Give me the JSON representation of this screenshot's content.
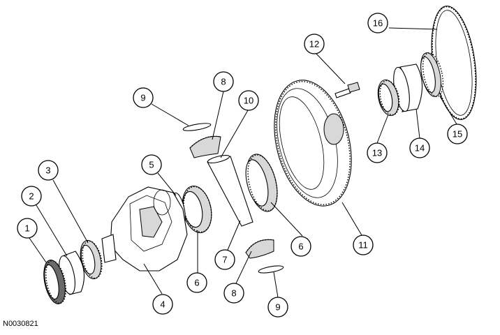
{
  "figure_code": "N0030821",
  "callouts": [
    {
      "id": "callout-1",
      "label": "1"
    },
    {
      "id": "callout-2",
      "label": "2"
    },
    {
      "id": "callout-3",
      "label": "3"
    },
    {
      "id": "callout-4",
      "label": "4"
    },
    {
      "id": "callout-5",
      "label": "5"
    },
    {
      "id": "callout-6a",
      "label": "6"
    },
    {
      "id": "callout-6b",
      "label": "6"
    },
    {
      "id": "callout-7",
      "label": "7"
    },
    {
      "id": "callout-8a",
      "label": "8"
    },
    {
      "id": "callout-8b",
      "label": "8"
    },
    {
      "id": "callout-9a",
      "label": "9"
    },
    {
      "id": "callout-9b",
      "label": "9"
    },
    {
      "id": "callout-10",
      "label": "10"
    },
    {
      "id": "callout-11",
      "label": "11"
    },
    {
      "id": "callout-12",
      "label": "12"
    },
    {
      "id": "callout-13",
      "label": "13"
    },
    {
      "id": "callout-14",
      "label": "14"
    },
    {
      "id": "callout-15",
      "label": "15"
    },
    {
      "id": "callout-16",
      "label": "16"
    }
  ]
}
